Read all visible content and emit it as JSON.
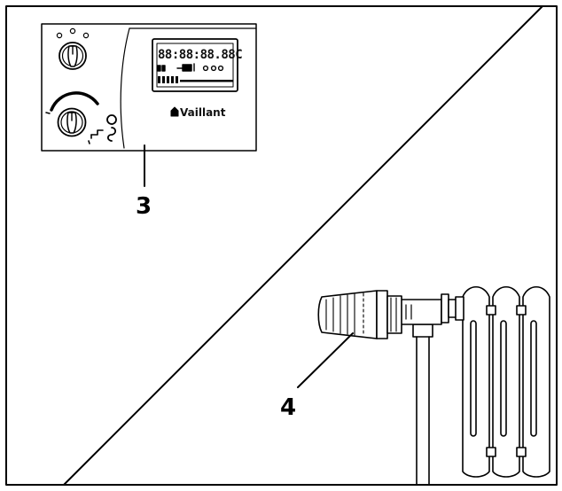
{
  "callouts": {
    "boiler_control": "3",
    "radiator_valve": "4"
  },
  "boiler": {
    "display_digits": "88:88:88.88C",
    "brand": "Vaillant",
    "brand_mark": "logo-house-icon"
  },
  "colors": {
    "line": "#000000",
    "background": "#ffffff"
  }
}
